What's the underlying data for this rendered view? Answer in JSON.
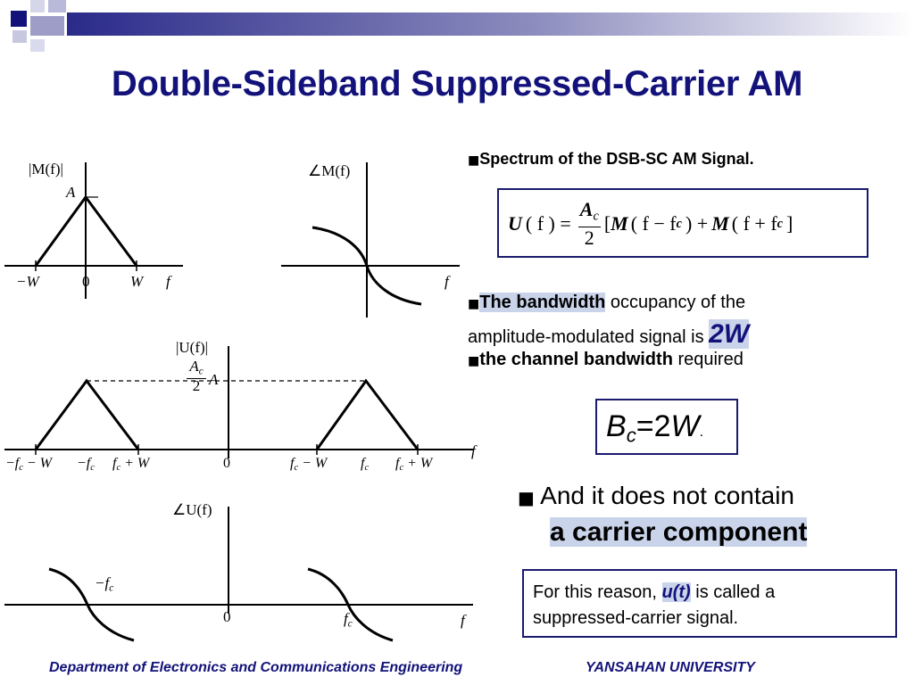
{
  "slide": {
    "title": "Double-Sideband Suppressed-Carrier AM",
    "footer_dept": "Department of Electronics and Communications Engineering",
    "footer_univ": "YANSAHAN UNIVERSITY"
  },
  "colors": {
    "title": "#12127a",
    "border": "#1a1a6e",
    "highlight": "#c9d3ea"
  },
  "graph1": {
    "ylabel": "|M(f)|",
    "peak": "A",
    "xneg": "−W",
    "zero": "0",
    "xpos": "W",
    "xaxis": "f"
  },
  "graph2": {
    "ylabel": "∠M(f)",
    "xaxis": "f"
  },
  "graph3": {
    "ylabel": "|U(f)|",
    "amp_num": "A",
    "amp_num_sub": "c",
    "amp_den": "2",
    "amp_tail": "A",
    "ticks": {
      "t1": "−f",
      "t1_sub": "c",
      "t1_tail": " − W",
      "t2": "−f",
      "t2_sub": "c",
      "t3": "f",
      "t3_sub": "c",
      "t3_tail": " + W",
      "t4": "0",
      "t5": "f",
      "t5_sub": "c",
      "t5_tail": " − W",
      "t6": "f",
      "t6_sub": "c",
      "t7": "f",
      "t7_sub": "c",
      "t7_tail": " + W"
    },
    "xaxis": "f"
  },
  "graph4": {
    "ylabel": "∠U(f)",
    "neg_fc": "−f",
    "neg_fc_sub": "c",
    "zero": "0",
    "pos_fc": "f",
    "pos_fc_sub": "c",
    "xaxis": "f"
  },
  "bullets": {
    "spectrum_heading": "Spectrum of the DSB-SC AM Signal.",
    "bw_bold": "The bandwidth",
    "bw_rest": " occupancy of the",
    "bw_line2": "amplitude-modulated signal is ",
    "bw_value": "2W",
    "ch_bold": "the channel bandwidth",
    "ch_rest": " required",
    "carrier_line1": "And it does not contain",
    "carrier_line2": "a carrier component"
  },
  "formula": {
    "lhs": "U",
    "lhs_arg": "( f ) =",
    "num": "A",
    "num_sub": "c",
    "den": "2",
    "open": "[",
    "m1": "M",
    "m1_arg_open": "( f − f",
    "m1_arg_sub": "c",
    "m1_arg_close": ") +",
    "m2": "M",
    "m2_arg_open": "( f + f",
    "m2_arg_sub": "c",
    "close": "]"
  },
  "bc": {
    "b": "B",
    "sub": "c",
    "eq": "=2",
    "w": "W",
    "dot": "."
  },
  "reason": {
    "pre": "For this reason, ",
    "sig": "u(t)",
    "post": " is called a",
    "line2": "suppressed-carrier signal."
  }
}
